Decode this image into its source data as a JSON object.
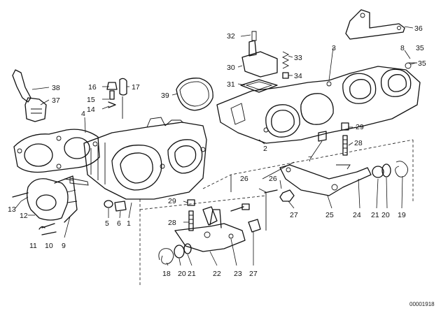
{
  "diagram": {
    "catalog_id": "00001918",
    "labels": {
      "l1": "1",
      "l2": "2",
      "l3": "3",
      "l4": "4",
      "l5": "5",
      "l6": "6",
      "l7": "7",
      "l8": "8",
      "l9": "9",
      "l10": "10",
      "l11": "11",
      "l12": "12",
      "l13": "13",
      "l14": "14",
      "l15": "15",
      "l16": "16",
      "l17": "17",
      "l18": "18",
      "l19": "19",
      "l20a": "20",
      "l20b": "20",
      "l21a": "21",
      "l21b": "21",
      "l22": "22",
      "l23": "23",
      "l24": "24",
      "l25": "25",
      "l26a": "26",
      "l26b": "26",
      "l27a": "27",
      "l27b": "27",
      "l28a": "28",
      "l28b": "28",
      "l29a": "29",
      "l29b": "29",
      "l30": "30",
      "l31": "31",
      "l32": "32",
      "l33": "33",
      "l34": "34",
      "l35a": "35",
      "l35b": "35",
      "l36": "36",
      "l37": "37",
      "l38": "38",
      "l39": "39"
    }
  }
}
